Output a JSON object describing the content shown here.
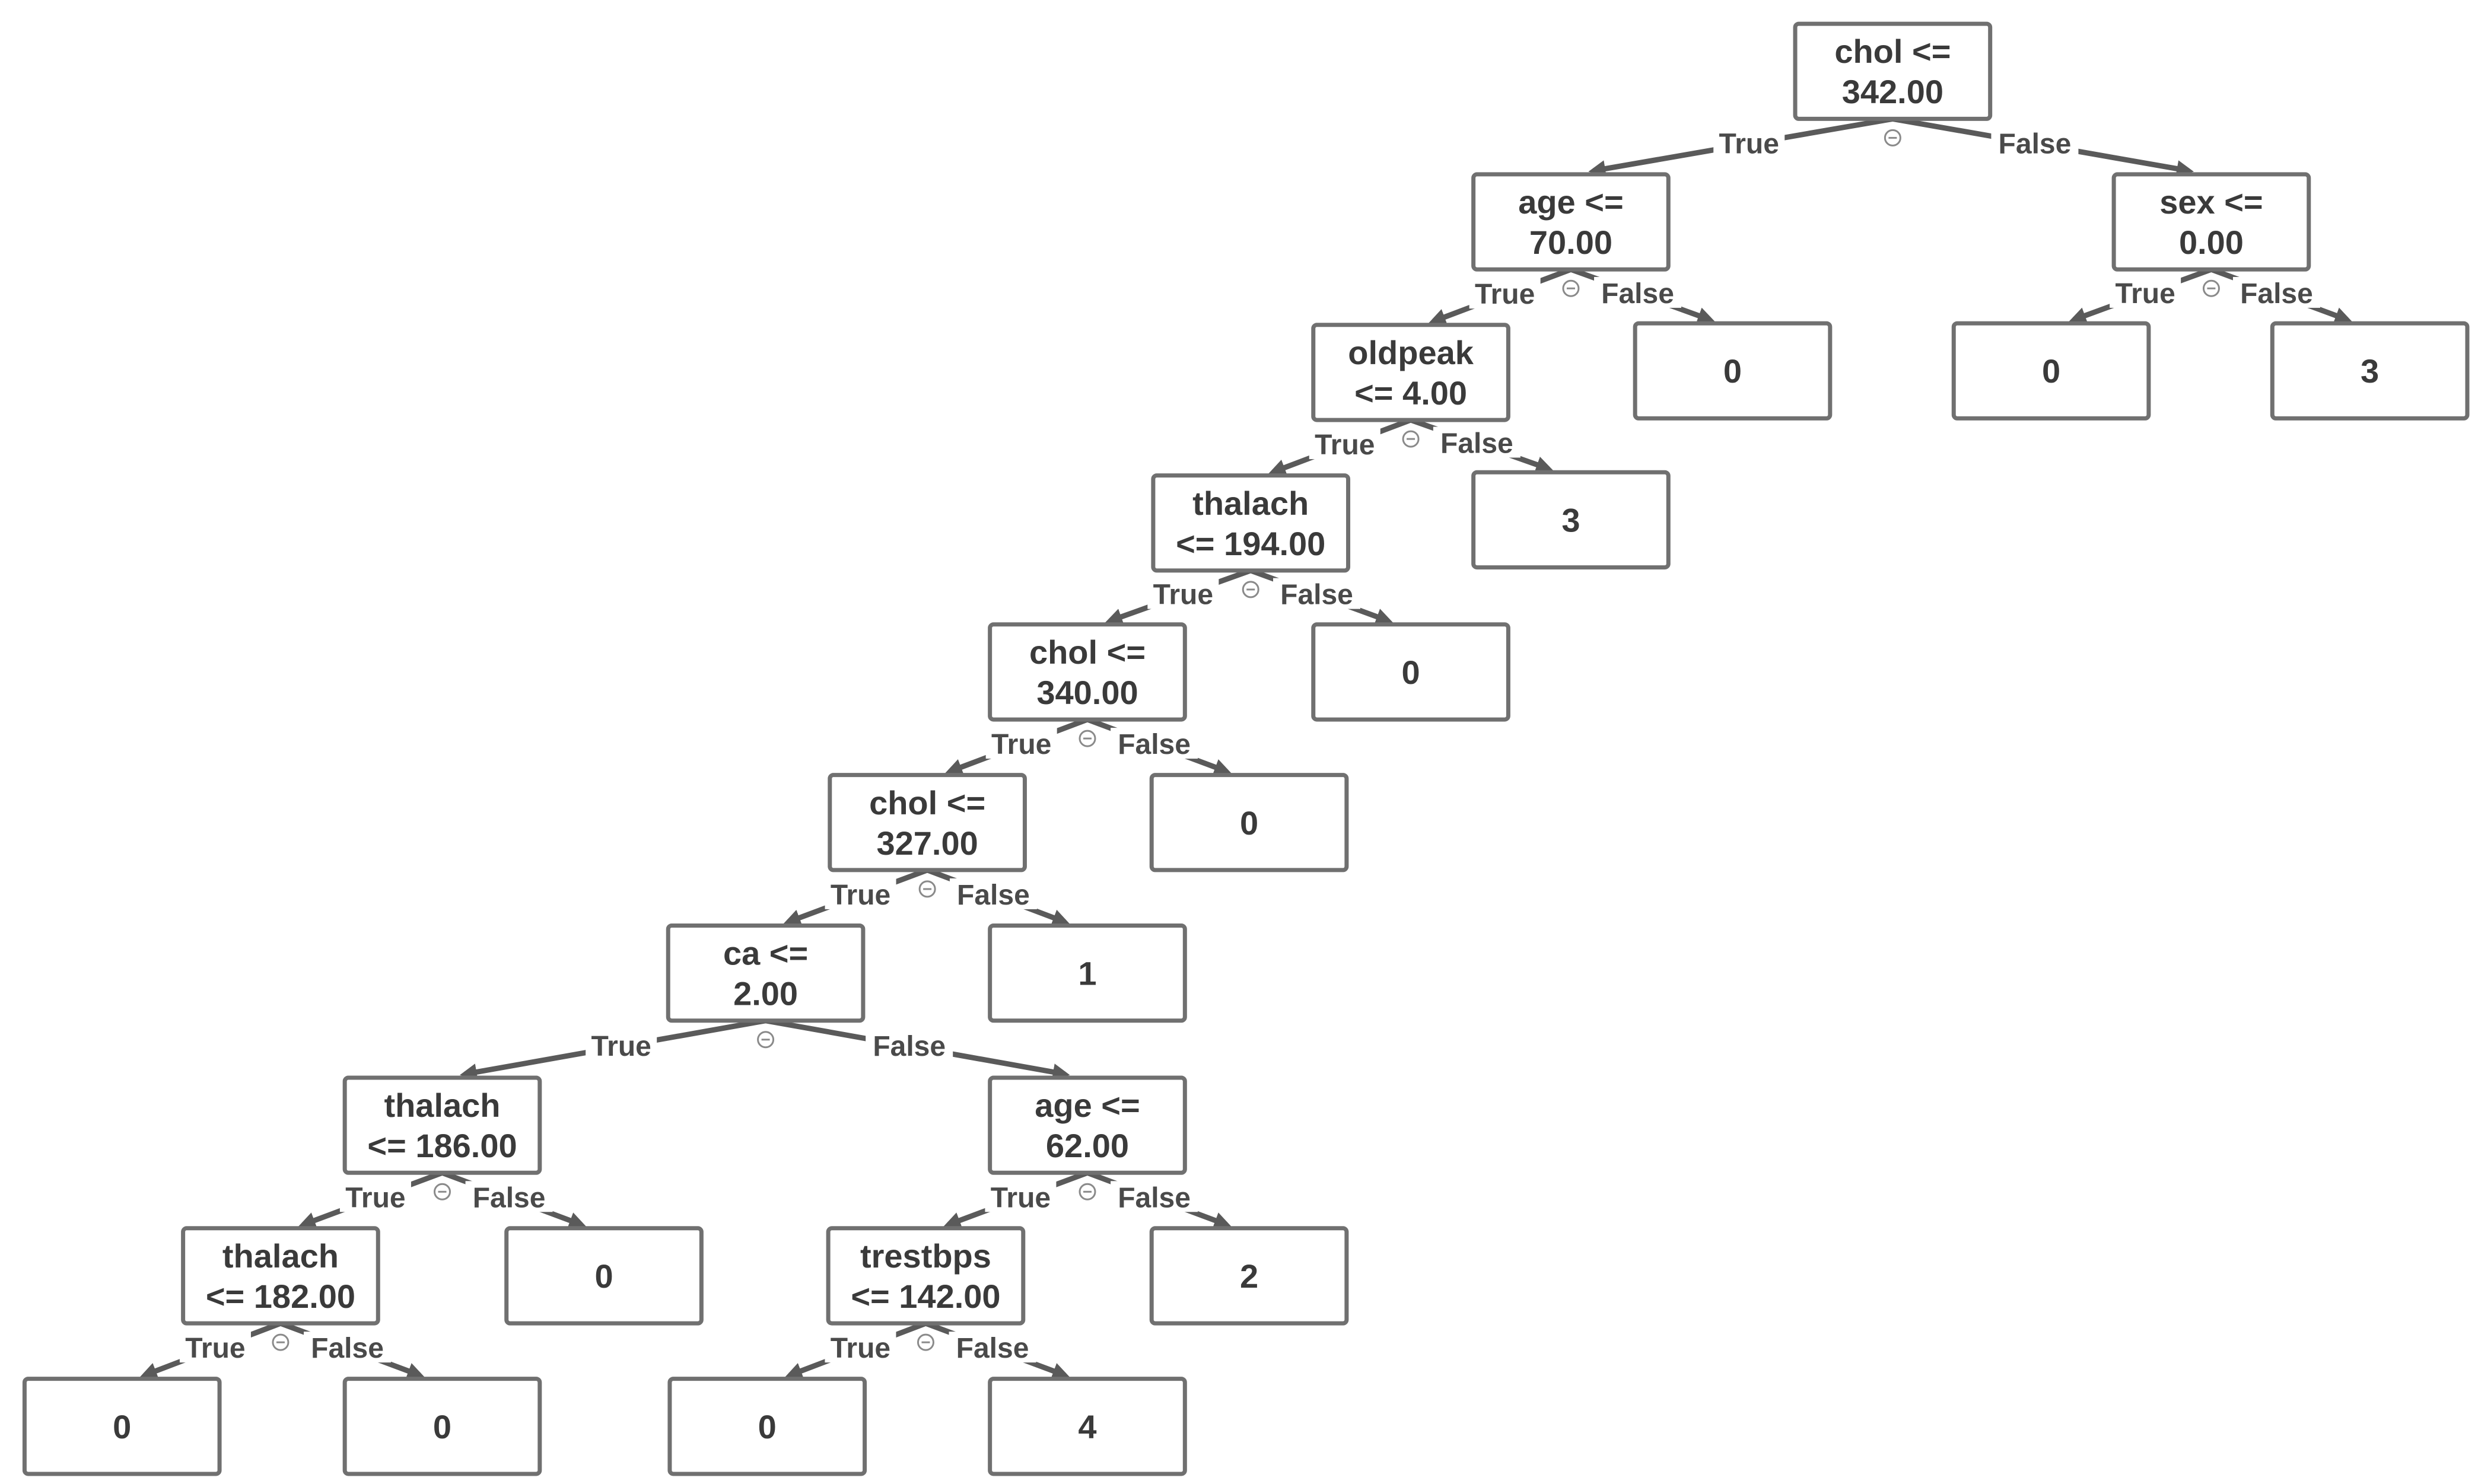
{
  "tree": {
    "colors": {
      "box_stroke": "#707070",
      "edge": "#5a5a5a",
      "text": "#3a3a3a"
    },
    "edge_labels": {
      "true": "True",
      "false": "False"
    },
    "collapse_icon": "collapse-circle-icon",
    "nodes": [
      {
        "id": "n1",
        "lines": [
          "chol <=",
          "342.00"
        ],
        "children": [
          "n2",
          "n3"
        ]
      },
      {
        "id": "n2",
        "lines": [
          "age <=",
          "70.00"
        ],
        "children": [
          "n4",
          "n5"
        ]
      },
      {
        "id": "n3",
        "lines": [
          "sex <=",
          "0.00"
        ],
        "children": [
          "n6",
          "n7"
        ]
      },
      {
        "id": "n4",
        "lines": [
          "oldpeak",
          "<= 4.00"
        ],
        "children": [
          "n8",
          "n9"
        ]
      },
      {
        "id": "n5",
        "lines": [
          "0"
        ]
      },
      {
        "id": "n6",
        "lines": [
          "0"
        ]
      },
      {
        "id": "n7",
        "lines": [
          "3"
        ]
      },
      {
        "id": "n8",
        "lines": [
          "thalach",
          "<= 194.00"
        ],
        "children": [
          "n10",
          "n11"
        ]
      },
      {
        "id": "n9",
        "lines": [
          "3"
        ]
      },
      {
        "id": "n10",
        "lines": [
          "chol <=",
          "340.00"
        ],
        "children": [
          "n12",
          "n13"
        ]
      },
      {
        "id": "n11",
        "lines": [
          "0"
        ]
      },
      {
        "id": "n12",
        "lines": [
          "chol <=",
          "327.00"
        ],
        "children": [
          "n14",
          "n15"
        ]
      },
      {
        "id": "n13",
        "lines": [
          "0"
        ]
      },
      {
        "id": "n14",
        "lines": [
          "ca <=",
          "2.00"
        ],
        "children": [
          "n16",
          "n17"
        ]
      },
      {
        "id": "n15",
        "lines": [
          "1"
        ]
      },
      {
        "id": "n16",
        "lines": [
          "thalach",
          "<= 186.00"
        ],
        "children": [
          "n18",
          "n19"
        ]
      },
      {
        "id": "n17",
        "lines": [
          "age <=",
          "62.00"
        ],
        "children": [
          "n20",
          "n21"
        ]
      },
      {
        "id": "n18",
        "lines": [
          "thalach",
          "<= 182.00"
        ],
        "children": [
          "n22",
          "n23"
        ]
      },
      {
        "id": "n19",
        "lines": [
          "0"
        ]
      },
      {
        "id": "n20",
        "lines": [
          "trestbps",
          "<= 142.00"
        ],
        "children": [
          "n24",
          "n25"
        ]
      },
      {
        "id": "n21",
        "lines": [
          "2"
        ]
      },
      {
        "id": "n22",
        "lines": [
          "0"
        ]
      },
      {
        "id": "n23",
        "lines": [
          "0"
        ]
      },
      {
        "id": "n24",
        "lines": [
          "0"
        ]
      },
      {
        "id": "n25",
        "lines": [
          "4"
        ]
      }
    ]
  }
}
